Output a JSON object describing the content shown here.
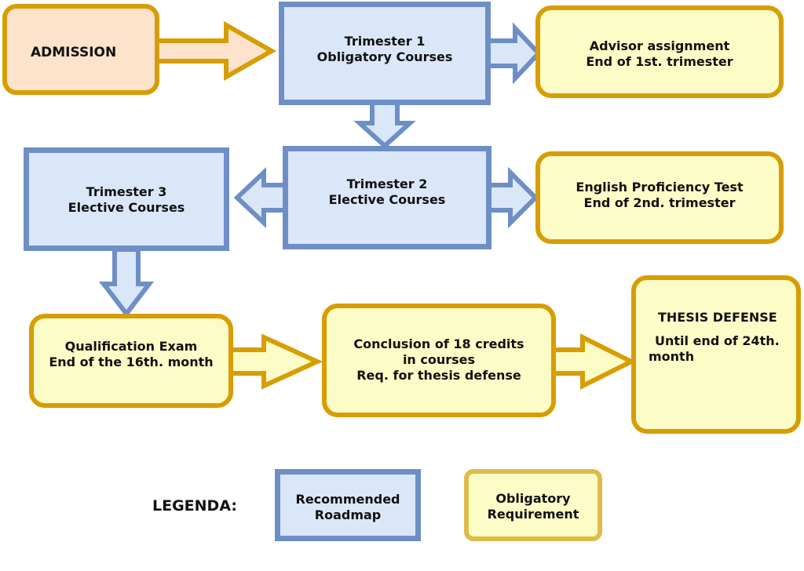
{
  "nodes": {
    "admission": {
      "lines": [
        "ADMISSION"
      ]
    },
    "trimester1": {
      "lines": [
        "Trimester 1",
        "Obligatory Courses"
      ]
    },
    "advisor": {
      "lines": [
        "Advisor assignment",
        "End of 1st. trimester"
      ]
    },
    "trimester2": {
      "lines": [
        "Trimester 2",
        "Elective Courses"
      ]
    },
    "trimester3": {
      "lines": [
        "Trimester 3",
        "Elective Courses"
      ]
    },
    "english": {
      "lines": [
        "English Proficiency Test",
        "End of 2nd. trimester"
      ]
    },
    "qualification": {
      "lines": [
        "Qualification Exam",
        "End of the 16th. month"
      ]
    },
    "credits": {
      "lines": [
        "Conclusion of 18 credits",
        "in courses",
        "Req. for thesis defense"
      ]
    },
    "thesis": {
      "lines": [
        "THESIS DEFENSE",
        "",
        "Until end of 24th.",
        "month"
      ]
    }
  },
  "legend": {
    "title": "LEGENDA:",
    "recommended": {
      "lines": [
        "Recommended",
        "Roadmap"
      ]
    },
    "obligatory": {
      "lines": [
        "Obligatory",
        "Requirement"
      ]
    }
  },
  "colors": {
    "blue_fill": "#dae7f9",
    "blue_border": "#6e8fc6",
    "yellow_fill": "#fcfcc6",
    "gold_border": "#d79d04",
    "peach_fill": "#fde2cc",
    "peach_arrow": "#fde3cc"
  }
}
